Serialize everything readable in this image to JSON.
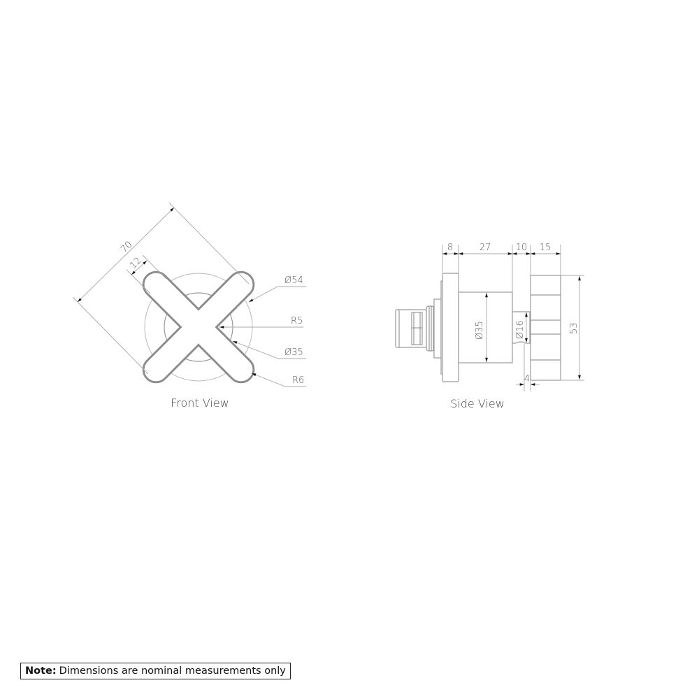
{
  "drawing": {
    "front_view": {
      "caption": "Front View",
      "dimensions": {
        "overall_length": "70",
        "arm_width": "12",
        "outer_diameter": "Ø54",
        "inner_radius": "R5",
        "inner_diameter": "Ø35",
        "tip_radius": "R6"
      }
    },
    "side_view": {
      "caption": "Side View",
      "dimensions": {
        "flange_thickness": "8",
        "body_length": "27",
        "stem_length": "10",
        "handle_depth": "15",
        "body_diameter": "Ø35",
        "stem_diameter": "Ø16",
        "handle_height": "53",
        "gap": "4"
      }
    }
  },
  "note": {
    "label": "Note:",
    "text": "Dimensions are nominal measurements only"
  },
  "colors": {
    "line": "#9a9a9a",
    "dimension": "#b9b9b9",
    "text": "#555555",
    "note_border": "#222222"
  }
}
